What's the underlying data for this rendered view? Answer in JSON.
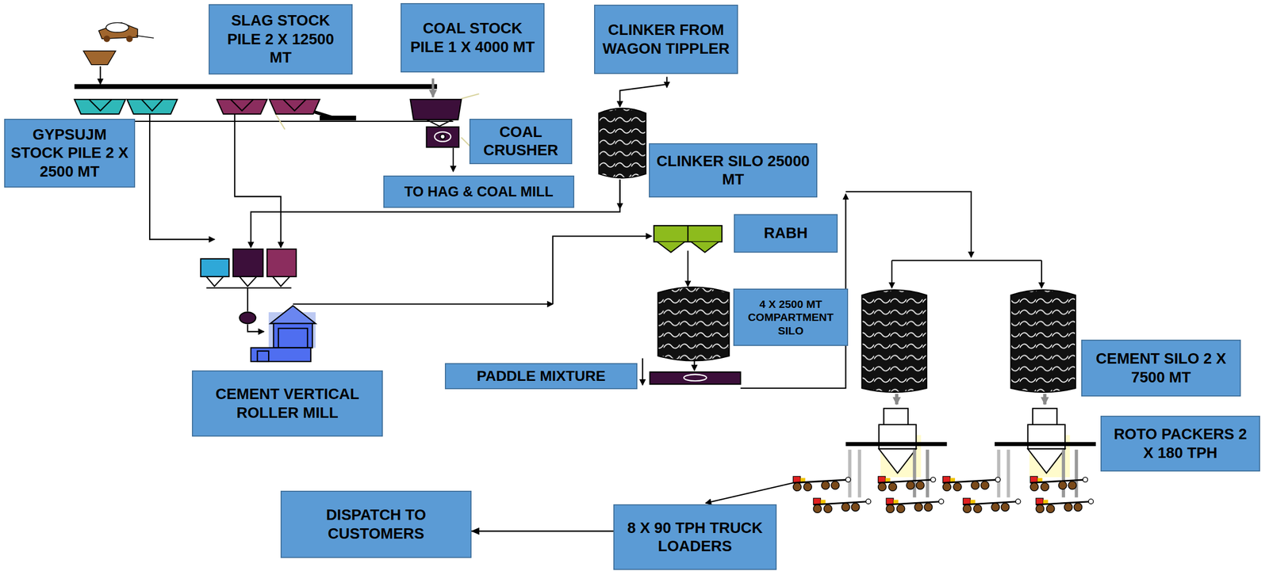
{
  "diagram": {
    "nodes": [
      {
        "text": [
          "SLAG STOCK PILE 2 X 12500 MT"
        ]
      },
      {
        "text": [
          "COAL STOCK PILE 1 X 4000 MT"
        ]
      },
      {
        "text": [
          "CLINKER FROM WAGON TIPPLER"
        ]
      },
      {
        "text": [
          "GYPSUJM STOCK PILE 2 X 2500 MT"
        ]
      },
      {
        "text": [
          "COAL CRUSHER"
        ]
      },
      {
        "text": [
          "CLINKER SILO 25000 MT"
        ]
      },
      {
        "text": [
          "TO HAG & COAL MILL"
        ]
      },
      {
        "text": [
          "RABH"
        ]
      },
      {
        "text": [
          "4 X 2500 MT COMPARTMENT SILO"
        ]
      },
      {
        "text": [
          "PADDLE MIXTURE"
        ]
      },
      {
        "text": [
          "CEMENT VERTICAL ROLLER MILL"
        ]
      },
      {
        "text": [
          "CEMENT SILO 2 X 7500 MT"
        ]
      },
      {
        "text": [
          "ROTO PACKERS 2 X 180 TPH"
        ]
      },
      {
        "text": [
          "DISPATCH TO CUSTOMERS"
        ]
      },
      {
        "text": [
          "8 X 90 TPH TRUCK LOADERS"
        ]
      }
    ],
    "edges": [
      {
        "from": 14,
        "to": 13,
        "arrow": "to"
      }
    ]
  }
}
